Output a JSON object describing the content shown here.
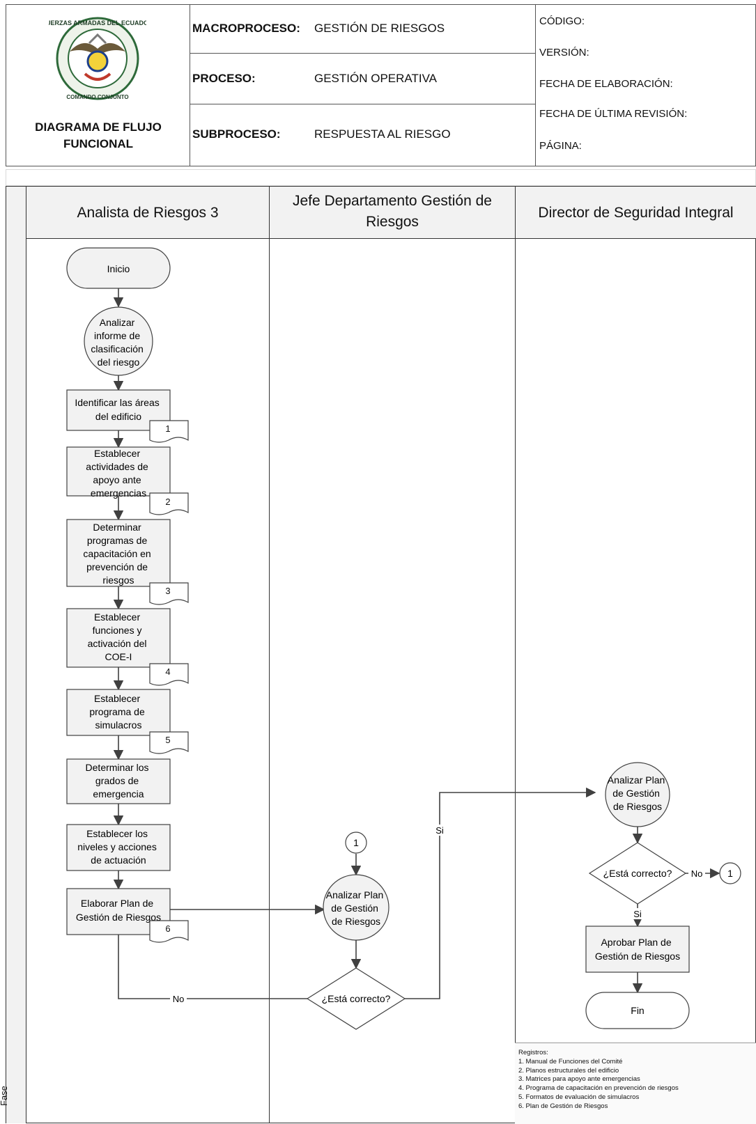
{
  "header": {
    "title": "DIAGRAMA DE FLUJO FUNCIONAL",
    "logo_text_top": "FUERZAS ARMADAS DEL ECUADOR",
    "logo_text_bottom": "COMANDO CONJUNTO",
    "rows": [
      {
        "label": "MACROPROCESO:",
        "value": "GESTIÓN DE RIESGOS"
      },
      {
        "label": "PROCESO:",
        "value": "GESTIÓN OPERATIVA"
      },
      {
        "label": "SUBPROCESO:",
        "value": "RESPUESTA AL RIESGO"
      }
    ],
    "meta": [
      "CÓDIGO:",
      "VERSIÓN:",
      "FECHA DE ELABORACIÓN:",
      "FECHA DE ÚLTIMA REVISIÓN:",
      "PÁGINA:"
    ]
  },
  "lanes": [
    "Analista de Riesgos 3",
    "Jefe Departamento Gestión de Riesgos",
    "Director de Seguridad Integral"
  ],
  "phase_label": "Fase",
  "nodes": {
    "inicio": "Inicio",
    "c1": [
      "Analizar",
      "informe de",
      "clasificación",
      "del riesgo"
    ],
    "r1": [
      "Identificar las áreas",
      "del edificio"
    ],
    "r2": [
      "Establecer",
      "actividades de",
      "apoyo ante",
      "emergencias"
    ],
    "r3": [
      "Determinar",
      "programas de",
      "capacitación en",
      "prevención de",
      "riesgos"
    ],
    "r4": [
      "Establecer",
      "funciones y",
      "activación del",
      "COE-I"
    ],
    "r5": [
      "Establecer",
      "programa de",
      "simulacros"
    ],
    "r6": [
      "Determinar los",
      "grados de",
      "emergencia"
    ],
    "r7": [
      "Establecer los",
      "niveles y acciones",
      "de actuación"
    ],
    "r8": [
      "Elaborar Plan de",
      "Gestión de Riesgos"
    ],
    "docs": [
      "1",
      "2",
      "3",
      "4",
      "5",
      "6"
    ],
    "c2": [
      "Analizar Plan",
      "de Gestión",
      "de Riesgos"
    ],
    "d1": "¿Está correcto?",
    "connector_in": "1",
    "c3": [
      "Analizar Plan",
      "de Gestión",
      "de Riesgos"
    ],
    "d2": "¿Está correcto?",
    "connector_out": "1",
    "r9": [
      "Aprobar Plan de",
      "Gestión de Riesgos"
    ],
    "fin": "Fin",
    "yes": "Si",
    "no": "No"
  },
  "records": {
    "title": "Registros:",
    "items": [
      "1. Manual de Funciones del Comité",
      "2. Planos estructurales del edificio",
      "3. Matrices para apoyo ante emergencias",
      "4. Programa de capacitación en prevención de riesgos",
      "5. Formatos de evaluación de simulacros",
      "6. Plan de Gestión de Riesgos"
    ]
  },
  "colors": {
    "shape_fill": "#f2f2f2",
    "line": "#404040",
    "border": "#555555"
  }
}
